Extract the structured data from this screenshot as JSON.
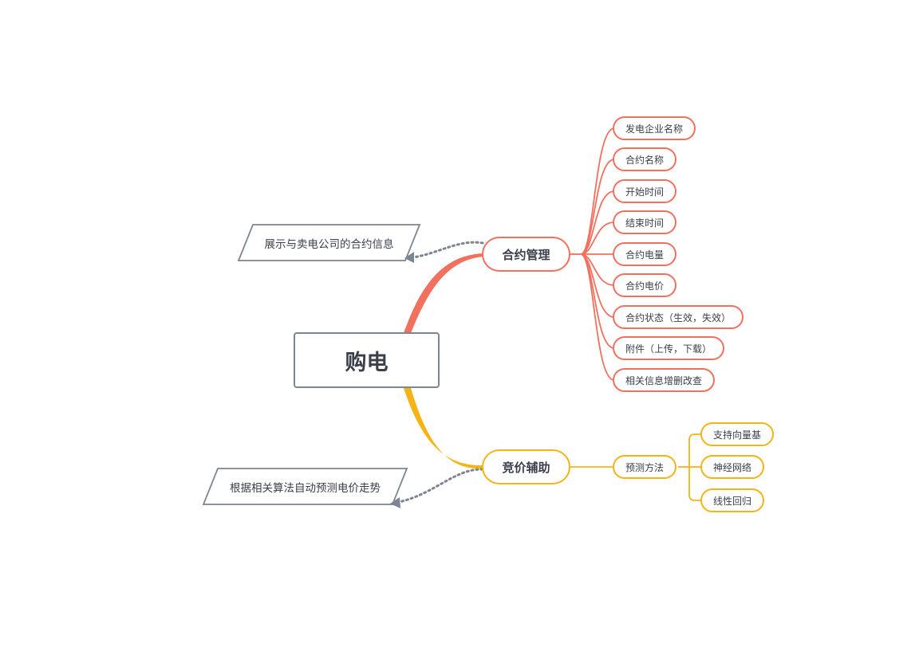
{
  "root": {
    "label": "购电"
  },
  "colors": {
    "branch_red": "#f2705e",
    "branch_yellow": "#f5b416",
    "note_gray": "#7d8593",
    "text": "#3a3f4a"
  },
  "branches": [
    {
      "label": "合约管理",
      "note": "展示与卖电公司的合约信息",
      "children": [
        {
          "label": "发电企业名称"
        },
        {
          "label": "合约名称"
        },
        {
          "label": "开始时间"
        },
        {
          "label": "结束时间"
        },
        {
          "label": "合约电量"
        },
        {
          "label": "合约电价"
        },
        {
          "label": "合约状态（生效，失效）"
        },
        {
          "label": "附件（上传，下载）"
        },
        {
          "label": "相关信息增删改查"
        }
      ]
    },
    {
      "label": "竞价辅助",
      "note": "根据相关算法自动预测电价走势",
      "children": [
        {
          "label": "预测方法",
          "children": [
            {
              "label": "支持向量基"
            },
            {
              "label": "神经网络"
            },
            {
              "label": "线性回归"
            }
          ]
        }
      ]
    }
  ]
}
